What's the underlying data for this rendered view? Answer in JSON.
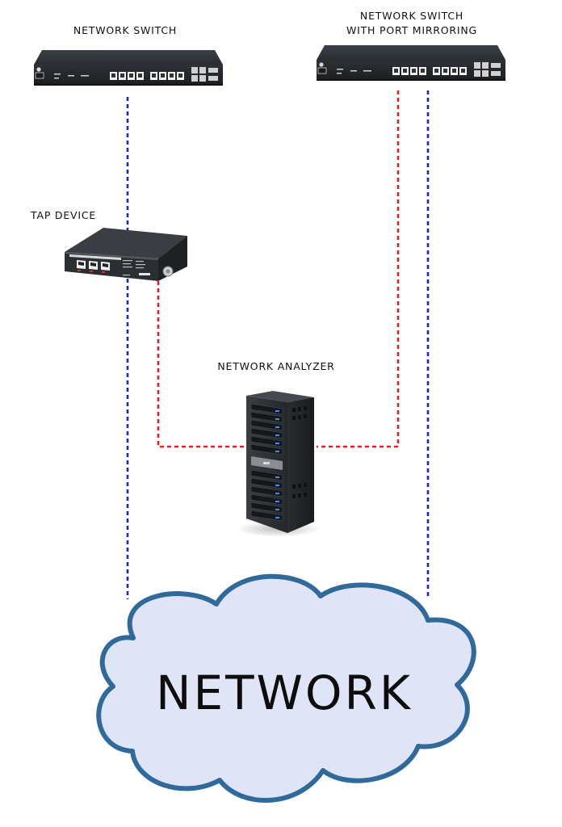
{
  "labels": {
    "switch_left": "NETWORK SWITCH",
    "switch_right_line1": "NETWORK SWITCH",
    "switch_right_line2": "WITH PORT MIRRORING",
    "tap": "TAP DEVICE",
    "analyzer": "NETWORK ANALYZER",
    "network": "NETWORK"
  },
  "colors": {
    "production_link": "#2222cc",
    "monitor_link": "#dd2222",
    "cloud_fill": "#dfe5f7",
    "cloud_stroke": "#2f6a9a",
    "device_body": "#2b2f33"
  },
  "icons": {
    "switch": "network-switch-icon",
    "tap": "tap-device-icon",
    "analyzer": "server-rack-icon",
    "cloud": "cloud-icon"
  }
}
